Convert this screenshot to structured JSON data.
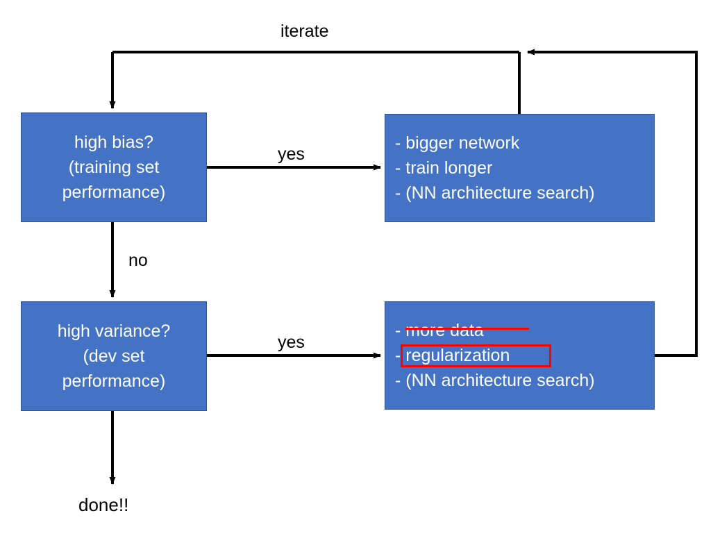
{
  "diagram": {
    "title_label": "iterate",
    "nodes": {
      "high_bias": {
        "lines": [
          "high bias?",
          "(training set",
          "performance)"
        ]
      },
      "bias_fixes": {
        "lines": [
          "- bigger network",
          "- train longer",
          "- (NN architecture search)"
        ]
      },
      "high_variance": {
        "lines": [
          "high variance?",
          "(dev set",
          "performance)"
        ]
      },
      "variance_fixes": {
        "lines": [
          "- more data",
          "- regularization",
          "- (NN architecture search)"
        ]
      }
    },
    "edge_labels": {
      "bias_yes": "yes",
      "bias_no": "no",
      "variance_yes": "yes",
      "iterate": "iterate"
    },
    "terminal": {
      "done": "done!!"
    },
    "annotations": {
      "strike_target": "- more data",
      "highlight_target": "- regularization",
      "color": "#FF0000"
    },
    "colors": {
      "node_fill": "#4472C4",
      "node_border": "#2E528F",
      "node_text": "#FFFFFF",
      "connector": "#000000",
      "annotation": "#FF0000",
      "background": "#FFFFFF"
    }
  }
}
